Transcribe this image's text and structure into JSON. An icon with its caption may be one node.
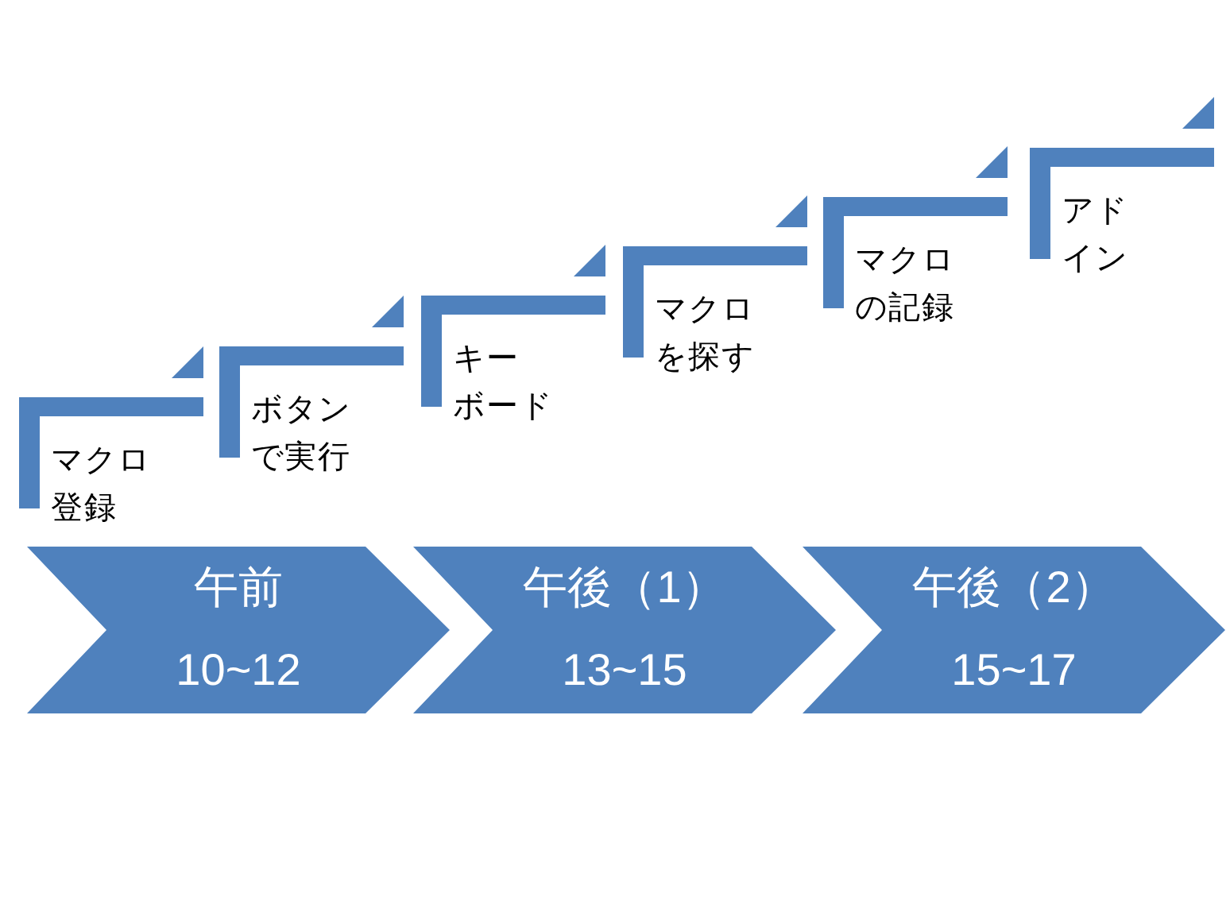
{
  "diagram": {
    "nodes": [
      {
        "text": [
          "マクロ登録"
        ]
      },
      {
        "text": [
          "ボタンで実行"
        ]
      },
      {
        "text": [
          "キーボード"
        ]
      },
      {
        "text": [
          "マクロを探す"
        ]
      },
      {
        "text": [
          "マクロの記録"
        ]
      },
      {
        "text": [
          "アドイン"
        ]
      },
      {
        "text": [
          "午前",
          "10~12"
        ]
      },
      {
        "text": [
          "午後（1）",
          "13~15"
        ]
      },
      {
        "text": [
          "午後（2）",
          "15~17"
        ]
      }
    ]
  }
}
